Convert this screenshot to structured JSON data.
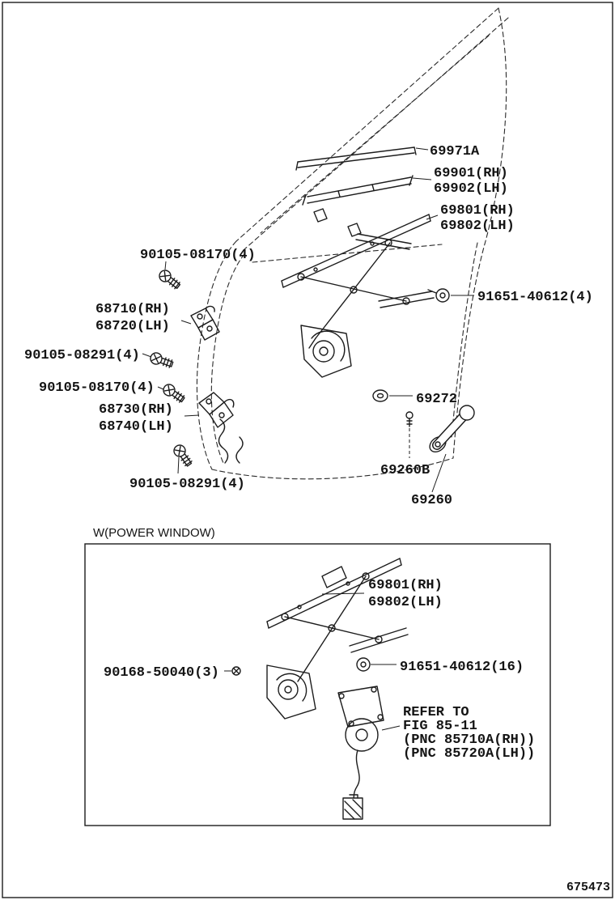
{
  "labels": {
    "part_69971a": "69971A",
    "part_69901": "69901(RH)",
    "part_69902": "69902(LH)",
    "part_69801": "69801(RH)",
    "part_69802": "69802(LH)",
    "bolt_90105_08170_upper": "90105-08170(4)",
    "part_68710": "68710(RH)",
    "part_68720": "68720(LH)",
    "bolt_90105_08291_upper": "90105-08291(4)",
    "bolt_90105_08170_lower": "90105-08170(4)",
    "part_68730": "68730(RH)",
    "part_68740": "68740(LH)",
    "bolt_90105_08291_lower": "90105-08291(4)",
    "part_91651_main": "91651-40612(4)",
    "part_69272": "69272",
    "part_69260b": "69260B",
    "part_69260": "69260"
  },
  "power_window": {
    "title": "W(POWER WINDOW)",
    "part_69801": "69801(RH)",
    "part_69802": "69802(LH)",
    "part_90168": "90168-50040(3)",
    "part_91651": "91651-40612(16)",
    "refer_to_line1": "REFER TO",
    "refer_to_line2": "FIG 85-11",
    "refer_to_line3": "(PNC 85710A(RH))",
    "refer_to_line4": "(PNC 85720A(LH))"
  },
  "footer": {
    "figure_code": "675473"
  }
}
